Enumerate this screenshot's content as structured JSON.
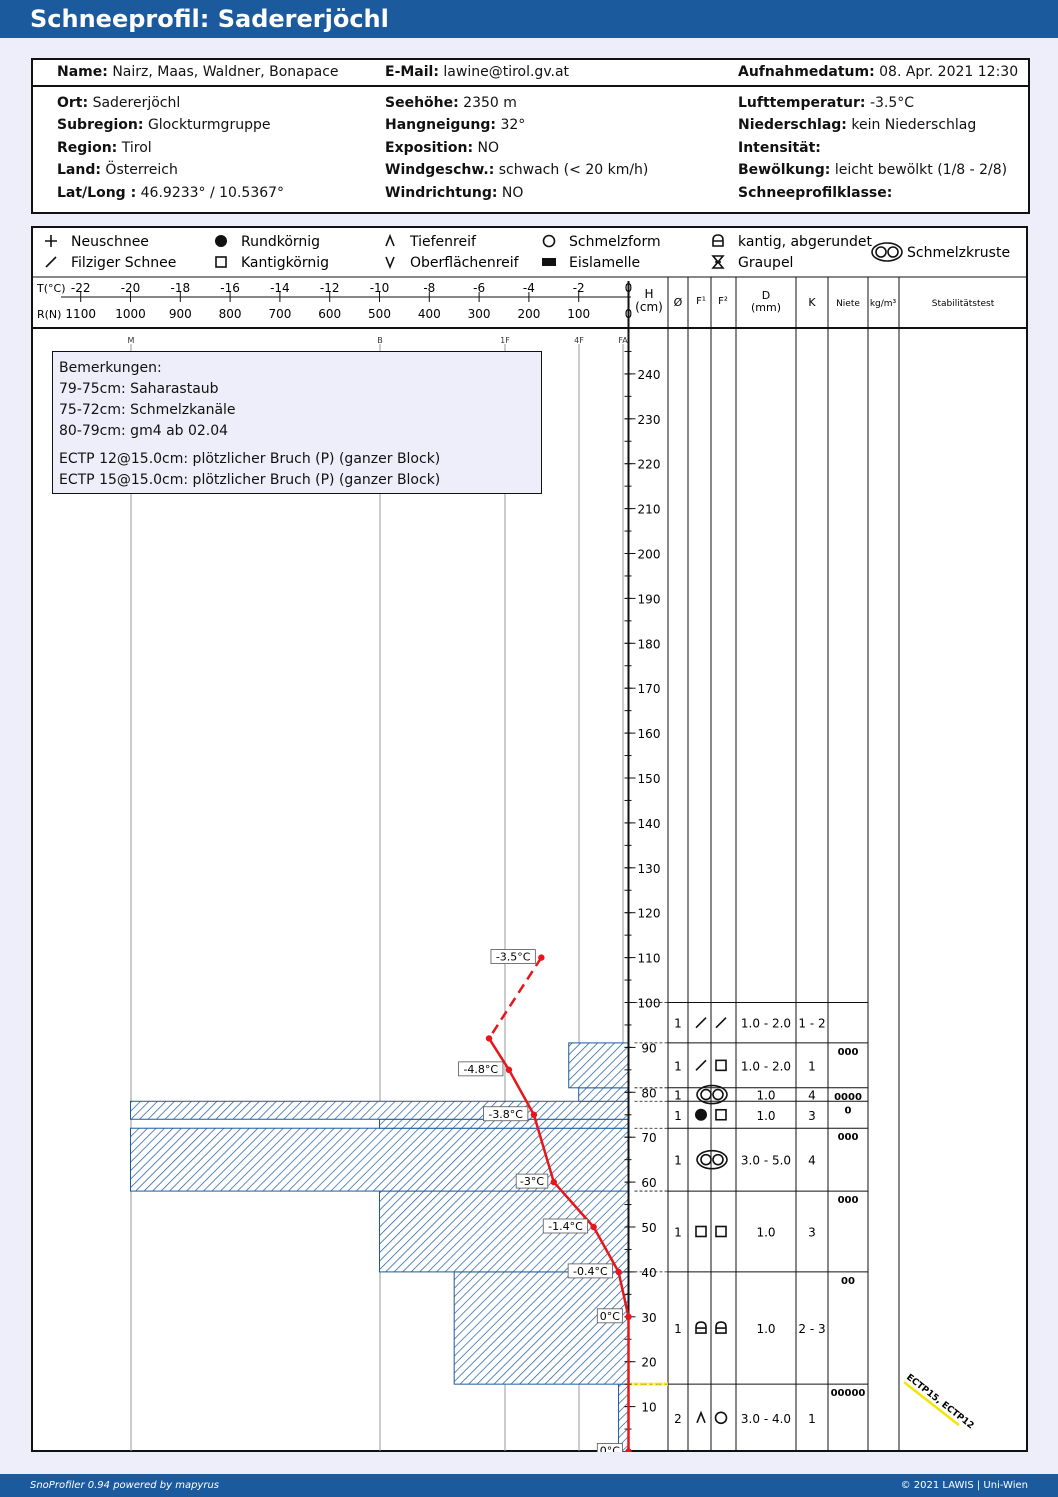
{
  "title": "Schneeprofil: Sadererjöchl",
  "header": {
    "name_label": "Name:",
    "name": "Nairz, Maas, Waldner, Bonapace",
    "email_label": "E-Mail:",
    "email": "lawine@tirol.gv.at",
    "date_label": "Aufnahmedatum:",
    "date": "08. Apr. 2021 12:30"
  },
  "info": [
    {
      "label": "Ort:",
      "value": "Sadererjöchl"
    },
    {
      "label": "Subregion:",
      "value": "Glockturmgruppe"
    },
    {
      "label": "Region:",
      "value": "Tirol"
    },
    {
      "label": "Land:",
      "value": "Österreich"
    },
    {
      "label": "Lat/Long :",
      "value": "46.9233° / 10.5367°"
    },
    {
      "label": "Seehöhe:",
      "value": "2350 m"
    },
    {
      "label": "Hangneigung:",
      "value": "32°"
    },
    {
      "label": "Exposition:",
      "value": "NO"
    },
    {
      "label": "Windgeschw.:",
      "value": "schwach (< 20 km/h)"
    },
    {
      "label": "Windrichtung:",
      "value": "NO"
    },
    {
      "label": "Lufttemperatur:",
      "value": "-3.5°C"
    },
    {
      "label": "Niederschlag:",
      "value": "kein Niederschlag"
    },
    {
      "label": "Intensität:",
      "value": ""
    },
    {
      "label": "Bewölkung:",
      "value": "leicht bewölkt (1/8 - 2/8)"
    },
    {
      "label": "Schneeprofilklasse:",
      "value": ""
    }
  ],
  "legend": [
    {
      "icon": "plus-icon",
      "label": "Neuschnee"
    },
    {
      "icon": "slash-icon",
      "label": "Filziger Schnee"
    },
    {
      "icon": "filled-circle-icon",
      "label": "Rundkörnig"
    },
    {
      "icon": "open-square-icon",
      "label": "Kantigkörnig"
    },
    {
      "icon": "caret-up-icon",
      "label": "Tiefenreif"
    },
    {
      "icon": "caret-down-icon",
      "label": "Oberflächenreif"
    },
    {
      "icon": "open-circle-icon",
      "label": "Schmelzform"
    },
    {
      "icon": "bar-icon",
      "label": "Eislamelle"
    },
    {
      "icon": "rounded-square-icon",
      "label": "kantig, abgerundet"
    },
    {
      "icon": "graupel-icon",
      "label": "Graupel"
    },
    {
      "icon": "double-circle-icon",
      "label": "Schmelzkruste"
    }
  ],
  "chart_data": {
    "type": "snow-profile",
    "t_axis_label": "T(°C)",
    "t_ticks": [
      "-22",
      "-20",
      "-18",
      "-16",
      "-14",
      "-12",
      "-10",
      "-8",
      "-6",
      "-4",
      "-2",
      "0"
    ],
    "r_axis_label": "R(N)",
    "r_ticks": [
      "1100",
      "1000",
      "900",
      "800",
      "700",
      "600",
      "500",
      "400",
      "300",
      "200",
      "100",
      "0"
    ],
    "hardness_ticks": [
      "M",
      "B",
      "1F",
      "4F",
      "FA"
    ],
    "h_label": "H",
    "h_unit": "(cm)",
    "h_ticks": [
      "10",
      "20",
      "30",
      "40",
      "50",
      "60",
      "70",
      "80",
      "90",
      "100",
      "110",
      "120",
      "130",
      "140",
      "150",
      "160",
      "170",
      "180",
      "190",
      "200",
      "210",
      "220",
      "230",
      "240"
    ],
    "ylim": [
      0,
      250
    ],
    "columns": [
      "Ø",
      "F¹",
      "F²",
      "D",
      "(mm)",
      "K",
      "Niete",
      "kg/m³",
      "Stabilitätstest"
    ],
    "temperature": [
      {
        "h": 110,
        "t": -3.5,
        "label": "-3.5°C"
      },
      {
        "h": 92,
        "t": -5.6,
        "label": ""
      },
      {
        "h": 85,
        "t": -4.8,
        "label": "-4.8°C"
      },
      {
        "h": 75,
        "t": -3.8,
        "label": "-3.8°C"
      },
      {
        "h": 60,
        "t": -3.0,
        "label": "-3°C"
      },
      {
        "h": 50,
        "t": -1.4,
        "label": "-1.4°C"
      },
      {
        "h": 40,
        "t": -0.4,
        "label": "-0.4°C"
      },
      {
        "h": 30,
        "t": 0,
        "label": "0°C"
      },
      {
        "h": 0,
        "t": 0,
        "label": "0°C"
      }
    ],
    "air_temp_dashed_above": 92,
    "hardness_profile": [
      {
        "from": 0,
        "to": 15,
        "r": 20
      },
      {
        "from": 15,
        "to": 40,
        "r": 350
      },
      {
        "from": 40,
        "to": 58,
        "r": 500
      },
      {
        "from": 58,
        "to": 72,
        "r": 1000
      },
      {
        "from": 72,
        "to": 74,
        "r": 500
      },
      {
        "from": 74,
        "to": 78,
        "r": 1000
      },
      {
        "from": 78,
        "to": 81,
        "r": 100
      },
      {
        "from": 81,
        "to": 91,
        "r": 120
      }
    ],
    "layers": [
      {
        "from": 91,
        "to": 100,
        "count": "1",
        "f1": "slash-icon",
        "f2": "slash-icon",
        "d": "1.0 - 2.0",
        "k": "1 - 2",
        "niete": ""
      },
      {
        "from": 81,
        "to": 91,
        "count": "1",
        "f1": "slash-icon",
        "f2": "open-square-icon",
        "d": "1.0 - 2.0",
        "k": "1",
        "niete": "000"
      },
      {
        "from": 78,
        "to": 81,
        "count": "1",
        "f1": "double-circle-icon",
        "f2": "",
        "d": "1.0",
        "k": "4",
        "niete": "0000"
      },
      {
        "from": 72,
        "to": 78,
        "count": "1",
        "f1": "filled-circle-icon",
        "f2": "open-square-icon",
        "d": "1.0",
        "k": "3",
        "niete": "0"
      },
      {
        "from": 58,
        "to": 72,
        "count": "1",
        "f1": "double-circle-icon",
        "f2": "",
        "d": "3.0 - 5.0",
        "k": "4",
        "niete": "000"
      },
      {
        "from": 40,
        "to": 58,
        "count": "1",
        "f1": "open-square-icon",
        "f2": "open-square-icon",
        "d": "1.0",
        "k": "3",
        "niete": "000"
      },
      {
        "from": 15,
        "to": 40,
        "count": "1",
        "f1": "rounded-square-icon",
        "f2": "rounded-square-icon",
        "d": "1.0",
        "k": "2 - 3",
        "niete": "00"
      },
      {
        "from": 0,
        "to": 15,
        "count": "2",
        "f1": "caret-up-icon",
        "f2": "open-circle-icon",
        "d": "3.0 - 4.0",
        "k": "1",
        "niete": "00000"
      }
    ],
    "stability_marker_h": 15,
    "stability_label": "ECTP15, ECTP12"
  },
  "remarks": {
    "title": "Bemerkungen:",
    "lines": [
      "79-75cm: Saharastaub",
      "75-72cm: Schmelzkanäle",
      "80-79cm: gm4 ab 02.04"
    ],
    "tests": [
      "ECTP 12@15.0cm: plötzlicher Bruch (P) (ganzer Block)",
      "ECTP 15@15.0cm: plötzlicher Bruch (P) (ganzer Block)"
    ]
  },
  "footer": {
    "left": "SnoProfiler 0.94 powered by mapyrus",
    "right": "© 2021 LAWIS | Uni-Wien"
  },
  "colors": {
    "brand": "#1c5a9e",
    "temperature": "#e8151b",
    "hatch": "#1c5a9e",
    "marker": "#f5e500"
  }
}
